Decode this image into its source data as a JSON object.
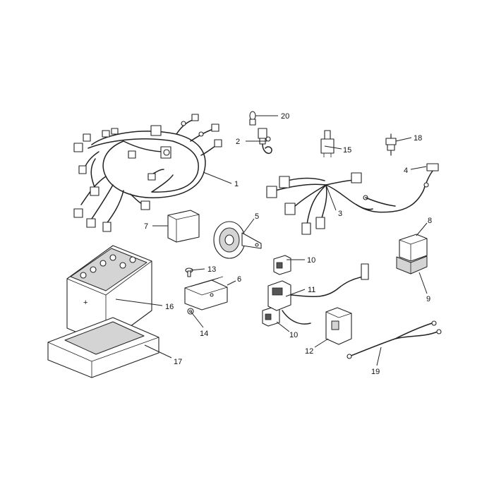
{
  "callouts": [
    {
      "id": "1",
      "text": "1"
    },
    {
      "id": "2",
      "text": "2"
    },
    {
      "id": "3",
      "text": "3"
    },
    {
      "id": "4",
      "text": "4"
    },
    {
      "id": "5",
      "text": "5"
    },
    {
      "id": "6",
      "text": "6"
    },
    {
      "id": "7",
      "text": "7"
    },
    {
      "id": "8",
      "text": "8"
    },
    {
      "id": "9",
      "text": "9"
    },
    {
      "id": "10a",
      "text": "10"
    },
    {
      "id": "10b",
      "text": "10"
    },
    {
      "id": "11",
      "text": "11"
    },
    {
      "id": "12",
      "text": "12"
    },
    {
      "id": "13",
      "text": "13"
    },
    {
      "id": "14",
      "text": "14"
    },
    {
      "id": "15",
      "text": "15"
    },
    {
      "id": "16",
      "text": "16"
    },
    {
      "id": "17",
      "text": "17"
    },
    {
      "id": "18",
      "text": "18"
    },
    {
      "id": "19",
      "text": "19"
    },
    {
      "id": "20",
      "text": "20"
    }
  ],
  "battery": {
    "polarity_symbol": "+"
  },
  "colors": {
    "line": "#222222",
    "background": "#ffffff",
    "shade": "#d4d4d4"
  }
}
